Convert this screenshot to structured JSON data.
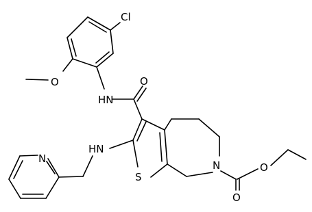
{
  "molecule": {
    "labels": {
      "cl": "Cl",
      "o_methoxy": "O",
      "nh_amide": "HN",
      "o_carbonyl_amide": "O",
      "nh_amine": "HN",
      "s_thiophene": "S",
      "n_pyridine": "N",
      "n_ring": "N",
      "o_ester_carbonyl": "O",
      "o_ester": "O"
    }
  }
}
